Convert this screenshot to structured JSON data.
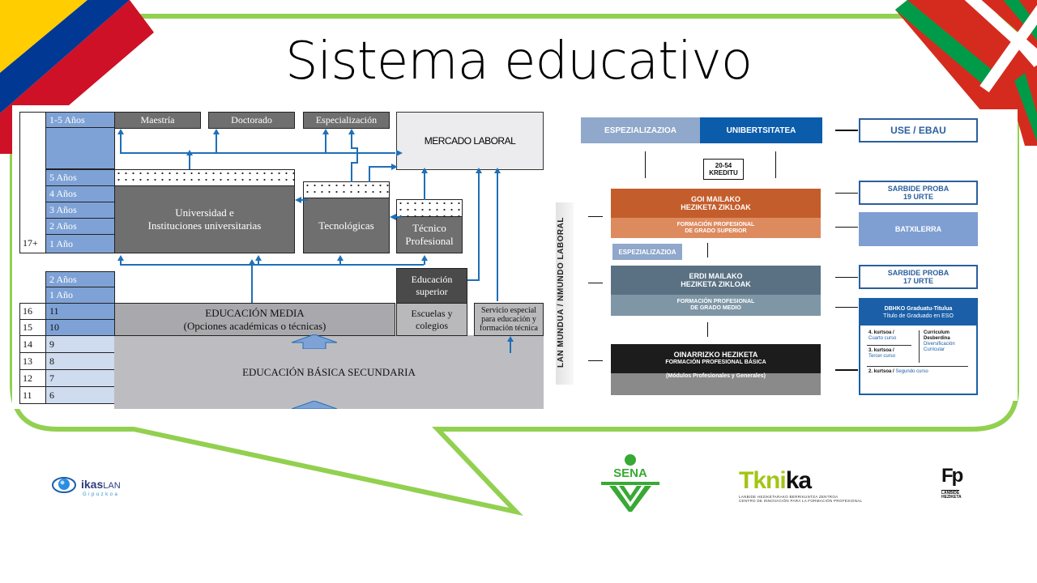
{
  "slide": {
    "title": "Sistema educativo",
    "colors": {
      "bubble_green": "#92d050",
      "accent_blue": "#1f6fb8"
    }
  },
  "left_diagram": {
    "age_label_top": "17+",
    "year_column_top": [
      "1-5 Años",
      "5 Años",
      "4 Años",
      "3 Años",
      "2 Años",
      "1 Año"
    ],
    "year_column_mid": [
      "2 Años",
      "1 Año"
    ],
    "grade_rows": [
      {
        "age": "16",
        "grade": "11"
      },
      {
        "age": "15",
        "grade": "10"
      },
      {
        "age": "14",
        "grade": "9"
      },
      {
        "age": "13",
        "grade": "8"
      },
      {
        "age": "12",
        "grade": "7"
      },
      {
        "age": "11",
        "grade": "6"
      }
    ],
    "postgrad": [
      "Maestría",
      "Doctorado",
      "Especialización"
    ],
    "mercado": "MERCADO LABORAL",
    "universidad": [
      "Universidad e",
      "Instituciones universitarias"
    ],
    "tecnologicas": "Tecnológicas",
    "tecnico": [
      "Técnico",
      "Profesional"
    ],
    "edu_superior": [
      "Educación",
      "superior"
    ],
    "escuelas": [
      "Escuelas y",
      "colegios"
    ],
    "servicio": [
      "Servicio especial",
      "para educación y",
      "formación técnica"
    ],
    "media": [
      "EDUCACIÓN MEDIA",
      "(Opciones académicas o técnicas)"
    ],
    "basica": "EDUCACIÓN BÁSICA SECUNDARIA"
  },
  "right_diagram": {
    "side_label": "LAN MUNDUA / NMUNDO LABORAL",
    "espezializazioa_top": "ESPEZIALIZAZIOA",
    "unibertsitatea": "UNIBERTSITATEA",
    "kreditu": [
      "20-54",
      "KREDITU"
    ],
    "goi": {
      "title": [
        "GOI MAILAKO",
        "HEZIKETA ZIKLOAK"
      ],
      "sub": [
        "FORMACIÓN PROFESIONAL",
        "DE GRADO SUPERIOR"
      ]
    },
    "espezializazioa_mid": "ESPEZIALIZAZIOA",
    "erdi": {
      "title": [
        "ERDI MAILAKO",
        "HEZIKETA ZIKLOAK"
      ],
      "sub": [
        "FORMACIÓN PROFESIONAL",
        "DE GRADO MEDIO"
      ]
    },
    "oinarrizko": {
      "title": "OINARRIZKO HEZIKETA",
      "sub": [
        "FORMACIÓN PROFESIONAL BÁSICA",
        "(Módulos Profesionales y Generales)"
      ]
    },
    "use_ebau": "USE / EBAU",
    "sarbide19": [
      "SARBIDE PROBA",
      "19 URTE"
    ],
    "batxilerra": "BATXILERRA",
    "sarbide17": [
      "SARBIDE PROBA",
      "17 URTE"
    ],
    "dbhko": {
      "title": [
        "DBHKO Graduatu-Titulua",
        "Título de Graduado en ESO"
      ],
      "k4": [
        "4. kurtsoa /",
        "Cuarto curso"
      ],
      "k3": [
        "3. kurtsoa /",
        "Tercer curso"
      ],
      "curriculum": [
        "Curriculum",
        "Desberdina",
        "Diversificación",
        "Curricular"
      ],
      "k2": [
        "2. kurtsoa / ",
        "Segundo curso"
      ]
    }
  },
  "logos": {
    "ikaslan": {
      "name_a": "ikas",
      "name_b": "LAN",
      "sub": "Gipuzkoa"
    },
    "sena": "SENA",
    "tknika": {
      "name_a": "Tk",
      "name_b": "ni",
      "name_c": "ka",
      "line1": "LANBIDE HEZIKETARAKO BERRIKUNTZA ZENTROA",
      "line2": "CENTRO DE INNOVACIÓN PARA LA FORMACIÓN PROFESIONAL"
    },
    "fp": {
      "name": "Fp",
      "line1": "LANBIDE",
      "line2": "HEZIKETA"
    }
  }
}
